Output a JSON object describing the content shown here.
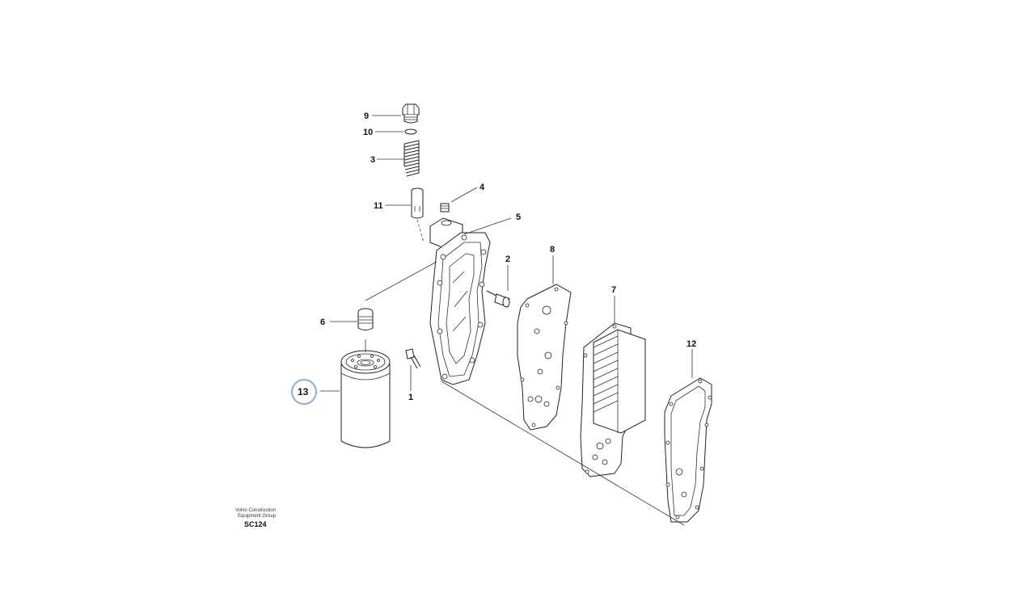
{
  "diagram": {
    "callouts": [
      {
        "id": "9",
        "label": "9"
      },
      {
        "id": "10",
        "label": "10"
      },
      {
        "id": "3",
        "label": "3"
      },
      {
        "id": "11",
        "label": "11"
      },
      {
        "id": "4",
        "label": "4"
      },
      {
        "id": "5",
        "label": "5"
      },
      {
        "id": "2",
        "label": "2"
      },
      {
        "id": "8",
        "label": "8"
      },
      {
        "id": "7",
        "label": "7"
      },
      {
        "id": "6",
        "label": "6"
      },
      {
        "id": "12",
        "label": "12"
      },
      {
        "id": "1",
        "label": "1"
      },
      {
        "id": "13",
        "label": "13"
      }
    ],
    "selected_callout": "13",
    "selection_color": "#8ab0d8",
    "footer": {
      "line1": "Volvo Construction",
      "line2": "Equipment Group",
      "code": "SC124"
    }
  }
}
